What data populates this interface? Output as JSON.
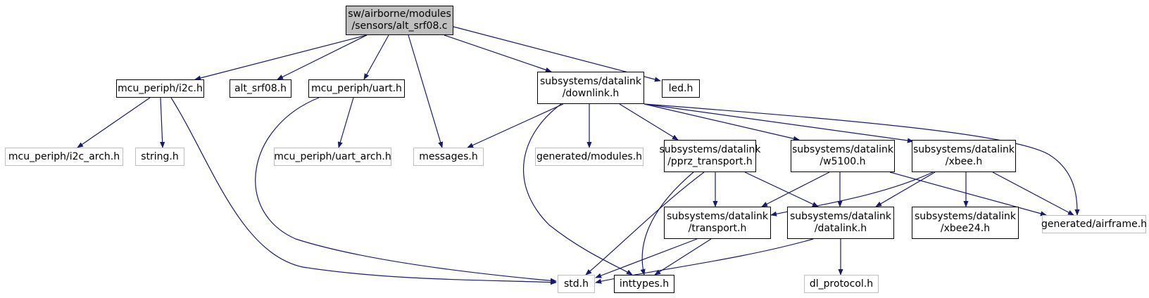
{
  "diagram": {
    "colors": {
      "edge": "#191970",
      "root_fill": "#bfbfbf",
      "node_border": "#000000",
      "external_border": "#bfbfbf"
    },
    "nodes": {
      "root": "sw/airborne/modules\n/sensors/alt_srf08.c",
      "i2c": "mcu_periph/i2c.h",
      "alt_srf08": "alt_srf08.h",
      "uart": "mcu_periph/uart.h",
      "downlink": "subsystems/datalink\n/downlink.h",
      "led": "led.h",
      "i2c_arch": "mcu_periph/i2c_arch.h",
      "string": "string.h",
      "uart_arch": "mcu_periph/uart_arch.h",
      "messages": "messages.h",
      "gen_modules": "generated/modules.h",
      "pprz_transport": "subsystems/datalink\n/pprz_transport.h",
      "w5100": "subsystems/datalink\n/w5100.h",
      "xbee": "subsystems/datalink\n/xbee.h",
      "transport": "subsystems/datalink\n/transport.h",
      "datalink": "subsystems/datalink\n/datalink.h",
      "xbee24": "subsystems/datalink\n/xbee24.h",
      "gen_airframe": "generated/airframe.h",
      "std": "std.h",
      "inttypes": "inttypes.h",
      "dl_protocol": "dl_protocol.h"
    }
  }
}
